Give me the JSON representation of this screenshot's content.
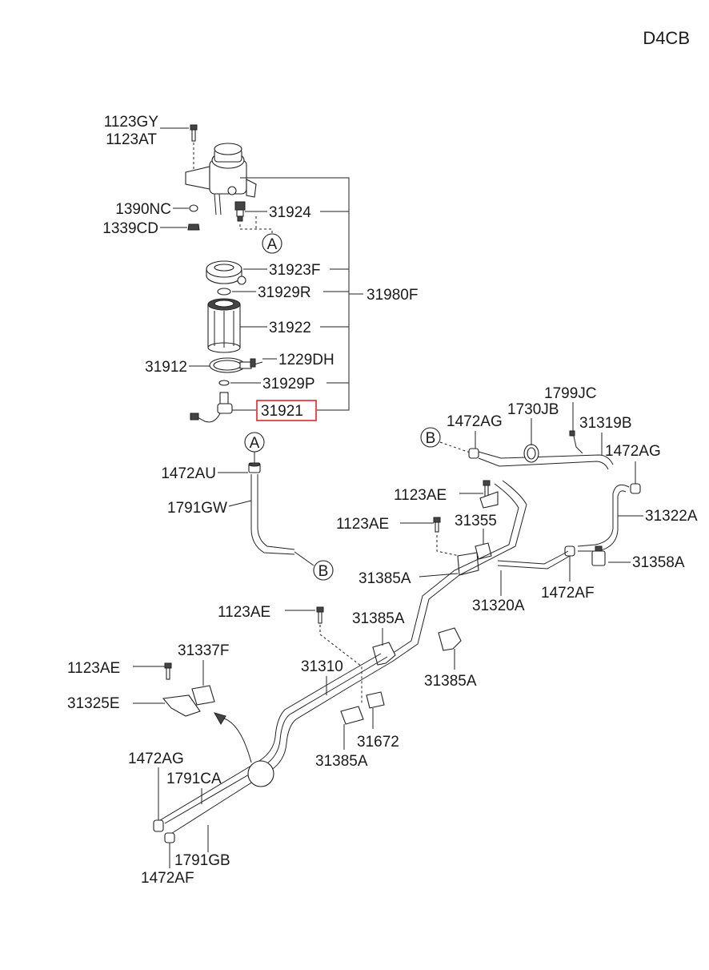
{
  "engine_code": "D4CB",
  "highlight_part": "31921",
  "callouts": {
    "A": "A",
    "B": "B"
  },
  "labels": {
    "p1123GY": "1123GY",
    "p1123AT": "1123AT",
    "p1390NC": "1390NC",
    "p1339CD": "1339CD",
    "p31924": "31924",
    "p31923F": "31923F",
    "p31929R": "31929R",
    "p31980F": "31980F",
    "p31922": "31922",
    "p31912": "31912",
    "p1229DH": "1229DH",
    "p31929P": "31929P",
    "p31921": "31921",
    "p1472AU": "1472AU",
    "p1791GW": "1791GW",
    "p1472AG_a": "1472AG",
    "p1730JB": "1730JB",
    "p1799JC": "1799JC",
    "p31319B": "31319B",
    "p1472AG_b": "1472AG",
    "p1123AE_a": "1123AE",
    "p31322A": "31322A",
    "p1123AE_b": "1123AE",
    "p31355": "31355",
    "p31358A": "31358A",
    "p31385A_a": "31385A",
    "p1472AF_a": "1472AF",
    "p31320A": "31320A",
    "p1123AE_c": "1123AE",
    "p31385A_b": "31385A",
    "p31337F": "31337F",
    "p1123AE_d": "1123AE",
    "p31310": "31310",
    "p31385A_c": "31385A",
    "p31325E": "31325E",
    "p31672": "31672",
    "p31385A_d": "31385A",
    "p1472AG_c": "1472AG",
    "p1791CA": "1791CA",
    "p1791GB": "1791GB",
    "p1472AF_b": "1472AF"
  }
}
